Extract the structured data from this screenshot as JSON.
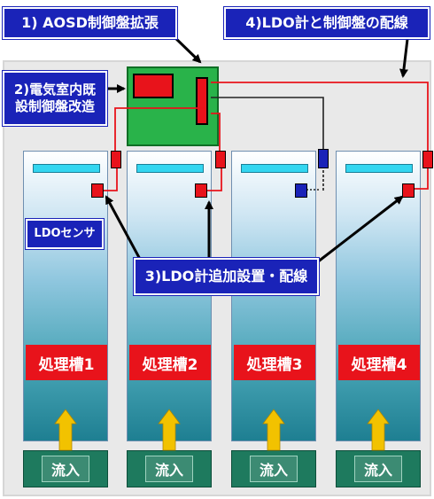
{
  "callouts": {
    "aosd_panel": "1)  AOSD制御盤拡張",
    "ldo_wiring": "4)LDO計と制御盤の配線",
    "electrical_room_line1": "2)電気室内既",
    "electrical_room_line2": "設制御盤改造",
    "ldo_sensor": "LDOセンサ",
    "ldo_additional": "3)LDO計追加設置・配線"
  },
  "tanks": [
    {
      "label": "処理槽1",
      "inflow": "流入"
    },
    {
      "label": "処理槽2",
      "inflow": "流入"
    },
    {
      "label": "処理槽3",
      "inflow": "流入"
    },
    {
      "label": "処理槽4",
      "inflow": "流入"
    }
  ],
  "colors": {
    "callout_blue": "#1a23b8",
    "new_wire_red": "#e8131b",
    "existing_wire_black": "#222222",
    "panel_green": "#29b34a",
    "arrow_yellow": "#f2c200"
  }
}
